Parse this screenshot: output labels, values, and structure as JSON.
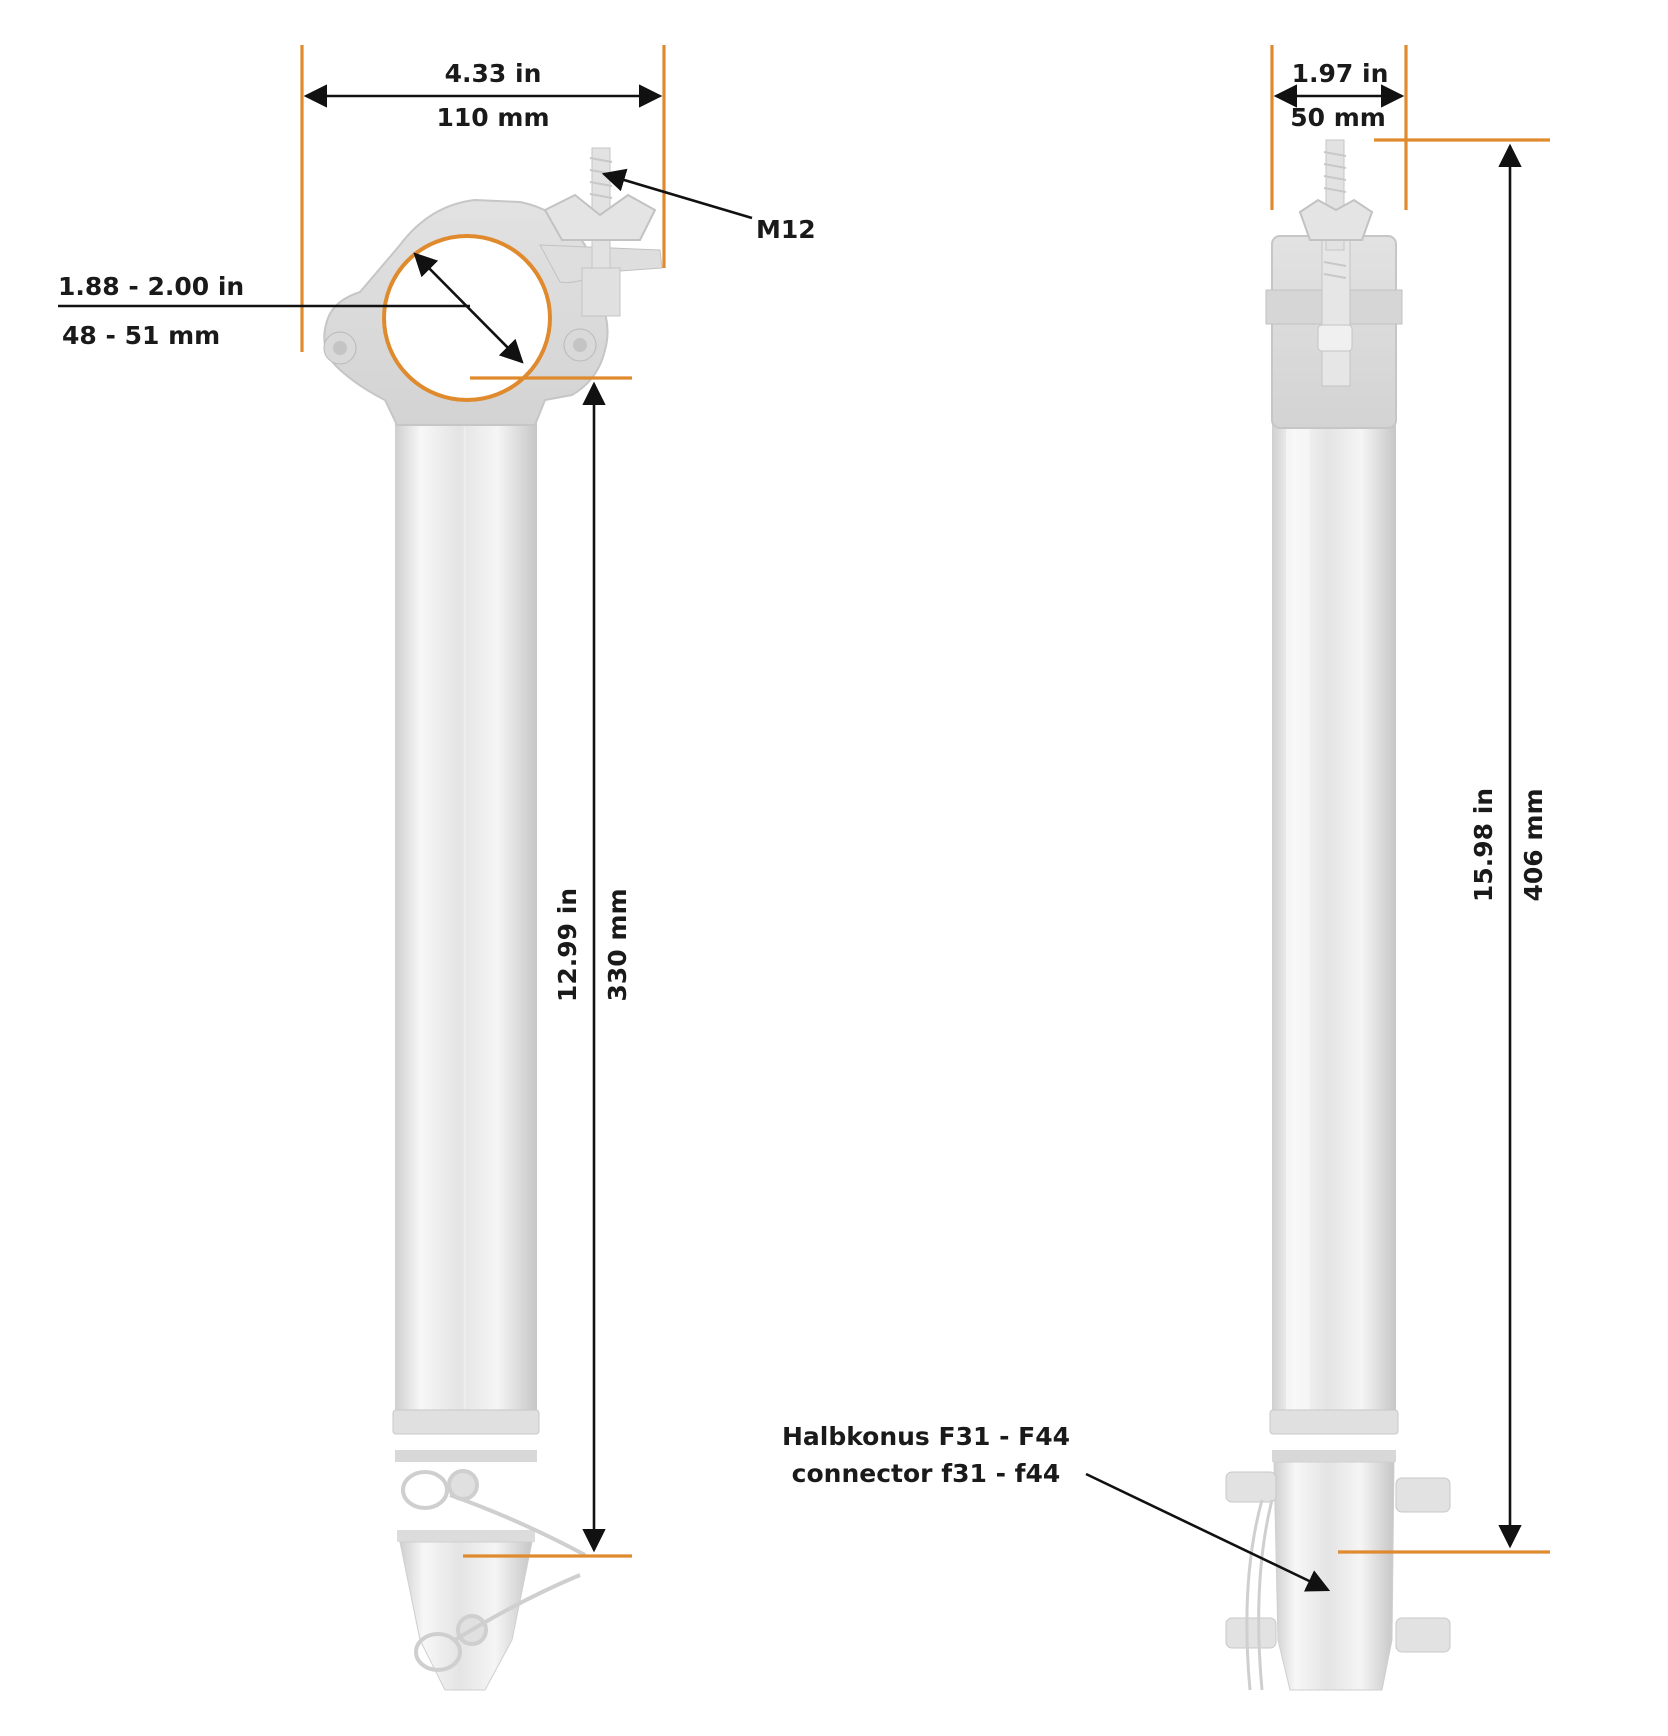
{
  "colors": {
    "accent": "#e08a2e",
    "dimension_line": "#111111",
    "metal": "#e6e6e6",
    "metal_shade": "#c9c9c9"
  },
  "left_view": {
    "clamp_width": {
      "inch": "4.33 in",
      "metric": "110 mm"
    },
    "tube_diameter": {
      "inch": "1.88 - 2.00 in",
      "metric": "48 - 51 mm"
    },
    "bolt": "M12",
    "length": {
      "inch": "12.99 in",
      "metric": "330 mm"
    }
  },
  "right_view": {
    "clamp_width": {
      "inch": "1.97 in",
      "metric": "50 mm"
    },
    "length": {
      "inch": "15.98 in",
      "metric": "406 mm"
    },
    "connector": {
      "line1": "Halbkonus F31 - F44",
      "line2": "connector f31 - f44"
    }
  }
}
